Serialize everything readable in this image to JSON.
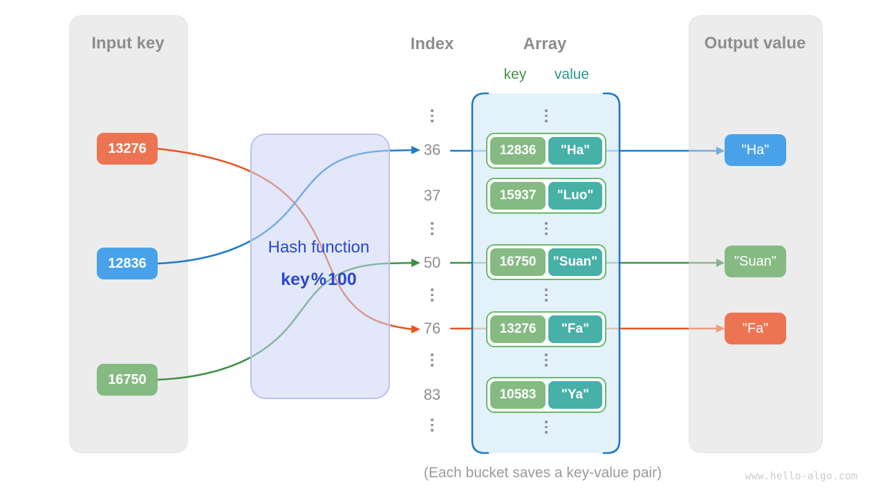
{
  "input_panel": {
    "title": "Input key",
    "keys": [
      {
        "value": "13276",
        "color": "#ed7452"
      },
      {
        "value": "12836",
        "color": "#49a2e9"
      },
      {
        "value": "16750",
        "color": "#85ba83"
      }
    ]
  },
  "hash": {
    "title": "Hash function",
    "formula": "key % 100"
  },
  "index_column": {
    "title": "Index",
    "values": [
      "36",
      "37",
      "50",
      "76",
      "83"
    ]
  },
  "array_panel": {
    "title": "Array",
    "key_header": "key",
    "value_header": "value",
    "pairs": [
      {
        "key": "12836",
        "value": "\"Ha\""
      },
      {
        "key": "15937",
        "value": "\"Luo\""
      },
      {
        "key": "16750",
        "value": "\"Suan\""
      },
      {
        "key": "13276",
        "value": "\"Fa\""
      },
      {
        "key": "10583",
        "value": "\"Ya\""
      }
    ]
  },
  "output_panel": {
    "title": "Output value",
    "values": [
      {
        "text": "\"Ha\"",
        "color": "#49a2e9"
      },
      {
        "text": "\"Suan\"",
        "color": "#85ba83"
      },
      {
        "text": "\"Fa\"",
        "color": "#ed7452"
      }
    ]
  },
  "caption": "(Each bucket saves a key-value pair)",
  "watermark": "www.hello-algo.com",
  "colors": {
    "panel_gray": "#ececec",
    "muted_text": "#8d8d8d",
    "line_blue": "#1e7ccb",
    "line_green": "#3f8f43",
    "line_orange": "#e8561f",
    "hash_text": "#2946d2",
    "hash_fill_border": "#b7c2ee",
    "array_border": "#1d78c2",
    "pair_border": "#68b966",
    "chip_teal": "#47b0a7"
  }
}
